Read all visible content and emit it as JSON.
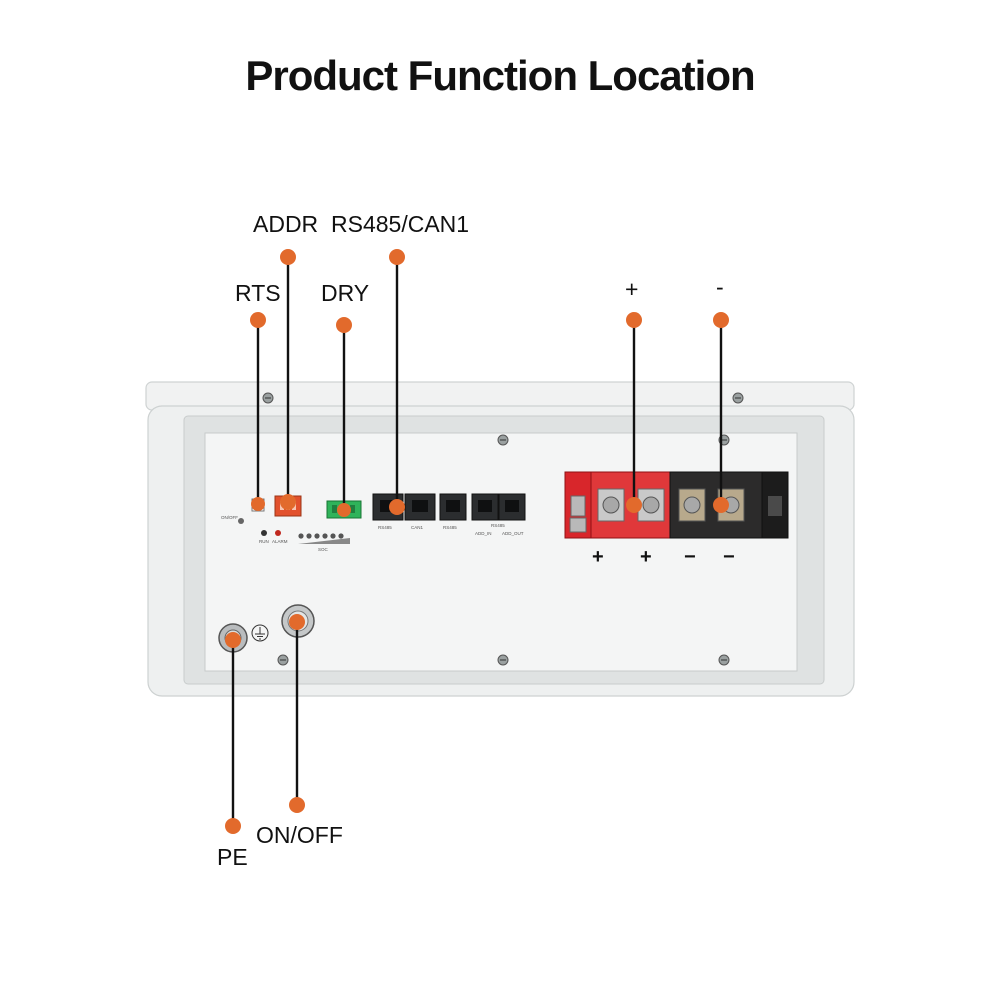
{
  "title": "Product Function Location",
  "accent_color": "#e26a2c",
  "callouts": {
    "addr": "ADDR",
    "rs485_can1": "RS485/CAN1",
    "rts": "RTS",
    "dry": "DRY",
    "plus": "+",
    "minus": "-",
    "pe": "PE",
    "on_off": "ON/OFF"
  },
  "panel": {
    "on_off_small": "ON/OFF",
    "run": "RUN",
    "alarm": "ALARM",
    "soc": "SOC",
    "rs485_port_a": "RS485",
    "can1_port": "CAN1",
    "rs485_port_b": "RS485",
    "rs485_group": "RS485",
    "add_in": "ADD_IN",
    "add_out": "ADD_OUT",
    "terminal_polarity": [
      "+",
      "+",
      "−",
      "−"
    ]
  }
}
